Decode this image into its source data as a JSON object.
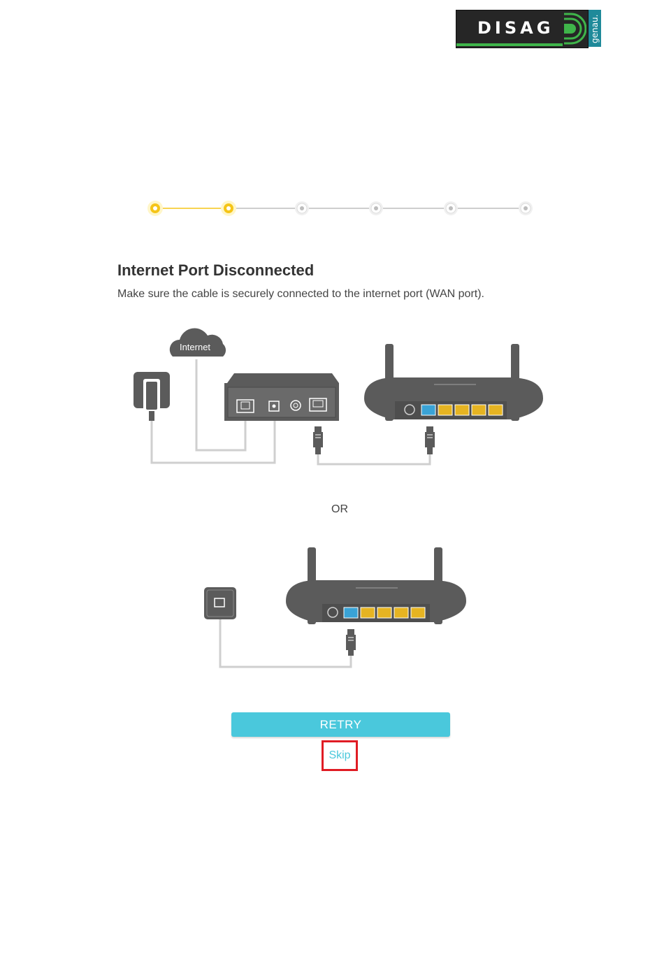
{
  "logo": {
    "brand": "DISAG",
    "tagline": "genau."
  },
  "wizard": {
    "total_steps": 6,
    "completed_steps": 2
  },
  "heading": "Internet Port Disconnected",
  "instruction": "Make sure the cable is securely connected to the internet port (WAN port).",
  "diagram": {
    "cloud_label": "Internet"
  },
  "separator": "OR",
  "actions": {
    "retry_label": "RETRY",
    "skip_label": "Skip"
  },
  "colors": {
    "accent_yellow": "#f5c518",
    "button": "#4ac8dc",
    "wan_port": "#3aa3d6",
    "lan_port": "#e6b422",
    "highlight": "#e01c24",
    "device_gray": "#5b5b5b"
  },
  "icons": [
    "power-adapter-icon",
    "cloud-icon",
    "modem-icon",
    "router-icon",
    "ethernet-plug-icon",
    "wall-socket-icon"
  ]
}
